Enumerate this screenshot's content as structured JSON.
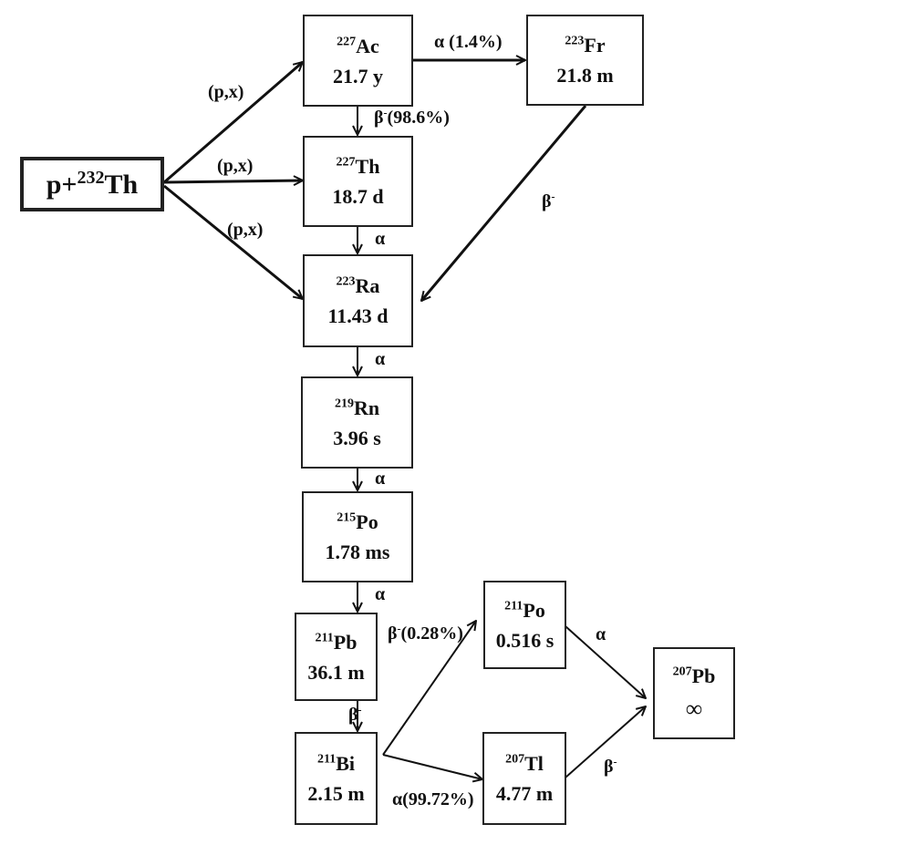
{
  "source": {
    "pre": "p+",
    "mass": "232",
    "symbol": "Th"
  },
  "nuclides": [
    {
      "id": "ac227",
      "mass": "227",
      "symbol": "Ac",
      "half_life": "21.7 y"
    },
    {
      "id": "fr223",
      "mass": "223",
      "symbol": "Fr",
      "half_life": "21.8 m"
    },
    {
      "id": "th227",
      "mass": "227",
      "symbol": "Th",
      "half_life": "18.7 d"
    },
    {
      "id": "ra223",
      "mass": "223",
      "symbol": "Ra",
      "half_life": "11.43 d"
    },
    {
      "id": "rn219",
      "mass": "219",
      "symbol": "Rn",
      "half_life": "3.96 s"
    },
    {
      "id": "po215",
      "mass": "215",
      "symbol": "Po",
      "half_life": "1.78 ms"
    },
    {
      "id": "pb211",
      "mass": "211",
      "symbol": "Pb",
      "half_life": "36.1 m"
    },
    {
      "id": "bi211",
      "mass": "211",
      "symbol": "Bi",
      "half_life": "2.15 m"
    },
    {
      "id": "po211",
      "mass": "211",
      "symbol": "Po",
      "half_life": "0.516 s"
    },
    {
      "id": "tl207",
      "mass": "207",
      "symbol": "Tl",
      "half_life": "4.77 m"
    },
    {
      "id": "pb207",
      "mass": "207",
      "symbol": "Pb",
      "half_life": "∞"
    }
  ],
  "transitions": [
    {
      "from": "source",
      "to": "ac227",
      "label": "(p,x)"
    },
    {
      "from": "source",
      "to": "th227",
      "label": "(p,x)"
    },
    {
      "from": "source",
      "to": "ra223",
      "label": "(p,x)"
    },
    {
      "from": "ac227",
      "to": "fr223",
      "label": "α (1.4%)"
    },
    {
      "from": "ac227",
      "to": "th227",
      "label_main": "β",
      "label_sup": "-",
      "label_rest": "(98.6%)"
    },
    {
      "from": "fr223",
      "to": "ra223",
      "label_main": "β",
      "label_sup": "-",
      "label_rest": ""
    },
    {
      "from": "th227",
      "to": "ra223",
      "label": "α"
    },
    {
      "from": "ra223",
      "to": "rn219",
      "label": "α"
    },
    {
      "from": "rn219",
      "to": "po215",
      "label": "α"
    },
    {
      "from": "po215",
      "to": "pb211",
      "label": "α"
    },
    {
      "from": "pb211",
      "to": "bi211",
      "label_main": "β",
      "label_sup": "-",
      "label_rest": ""
    },
    {
      "from": "bi211",
      "to": "po211",
      "label_main": "β",
      "label_sup": "-",
      "label_rest": "(0.28%)"
    },
    {
      "from": "bi211",
      "to": "tl207",
      "label": "α(99.72%)"
    },
    {
      "from": "po211",
      "to": "pb207",
      "label": "α"
    },
    {
      "from": "tl207",
      "to": "pb207",
      "label_main": "β",
      "label_sup": "-",
      "label_rest": ""
    }
  ]
}
